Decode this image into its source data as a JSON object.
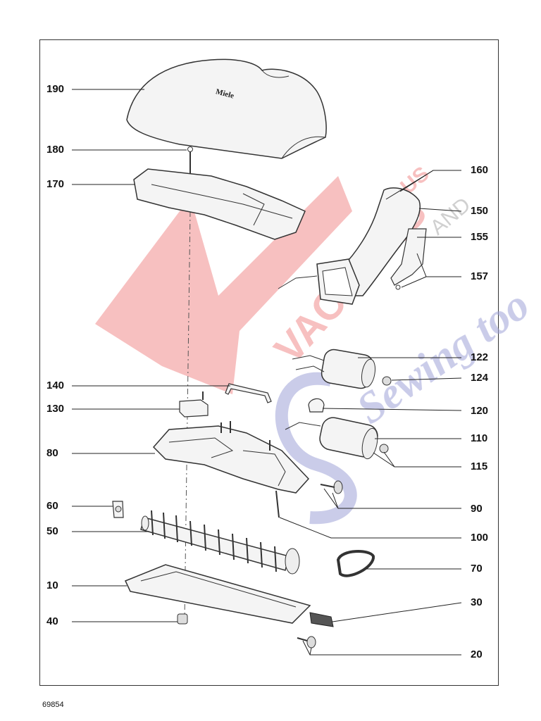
{
  "figure_number": "69854",
  "brand_mark": "Miele",
  "watermark": {
    "line1": "VACUUMS",
    "line2": "R-US",
    "line3": "AND",
    "line4": "Sewing too",
    "colors": {
      "red": "#f08c8c",
      "blue": "#9fa3d8"
    }
  },
  "parts": {
    "p190": "190",
    "p180": "180",
    "p170": "170",
    "p160": "160",
    "p150": "150",
    "p155": "155",
    "p157": "157",
    "p122": "122",
    "p124": "124",
    "p140": "140",
    "p130": "130",
    "p120": "120",
    "p110": "110",
    "p115": "115",
    "p80": "80",
    "p60": "60",
    "p90": "90",
    "p50": "50",
    "p100": "100",
    "p70": "70",
    "p10": "10",
    "p30": "30",
    "p40": "40",
    "p20": "20"
  },
  "colors": {
    "line": "#222222",
    "part_fill": "#f4f4f4",
    "part_stroke": "#333333"
  }
}
